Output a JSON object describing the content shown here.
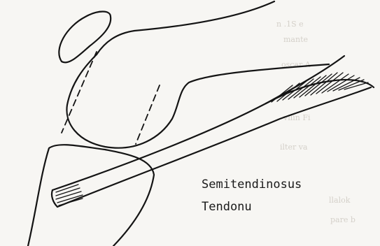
{
  "figure": {
    "label_line1": "Semitendinosus",
    "label_line2": "Tendonu",
    "ink_color": "#141414",
    "paper_color": "#f7f6f3"
  },
  "parts": [
    "patella",
    "femur",
    "tibia",
    "semitendinosus-tendon",
    "muscle-fibers-proximal",
    "tendon-fibers-distal",
    "dashed-cut-lines"
  ]
}
